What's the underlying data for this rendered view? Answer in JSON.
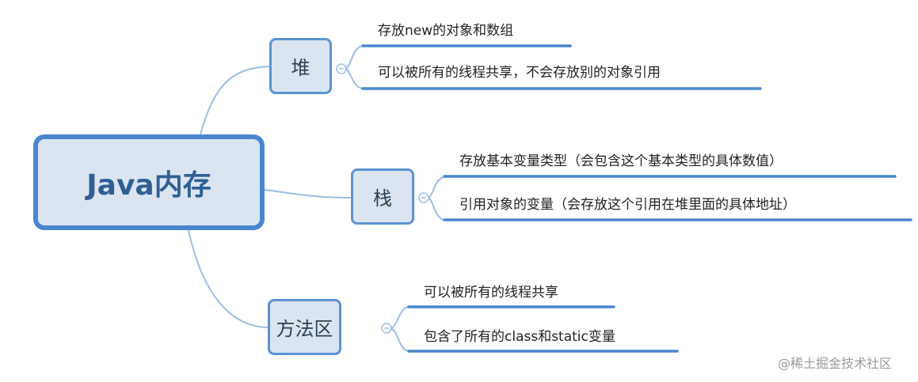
{
  "root": {
    "label": "Java内存"
  },
  "branches": [
    {
      "label": "堆",
      "leaves": [
        "存放new的对象和数组",
        "可以被所有的线程共享，不会存放别的对象引用"
      ]
    },
    {
      "label": "栈",
      "leaves": [
        "存放基本变量类型（会包含这个基本类型的具体数值）",
        "引用对象的变量（会存放这个引用在堆里面的具体地址）"
      ]
    },
    {
      "label": "方法区",
      "leaves": [
        "可以被所有的线程共享",
        "包含了所有的class和static变量"
      ]
    }
  ],
  "watermark": "@稀土掘金技术社区",
  "colors": {
    "accent": "#4a86cf",
    "node_fill": "#dbe5f1",
    "line": "#9dbde6"
  }
}
